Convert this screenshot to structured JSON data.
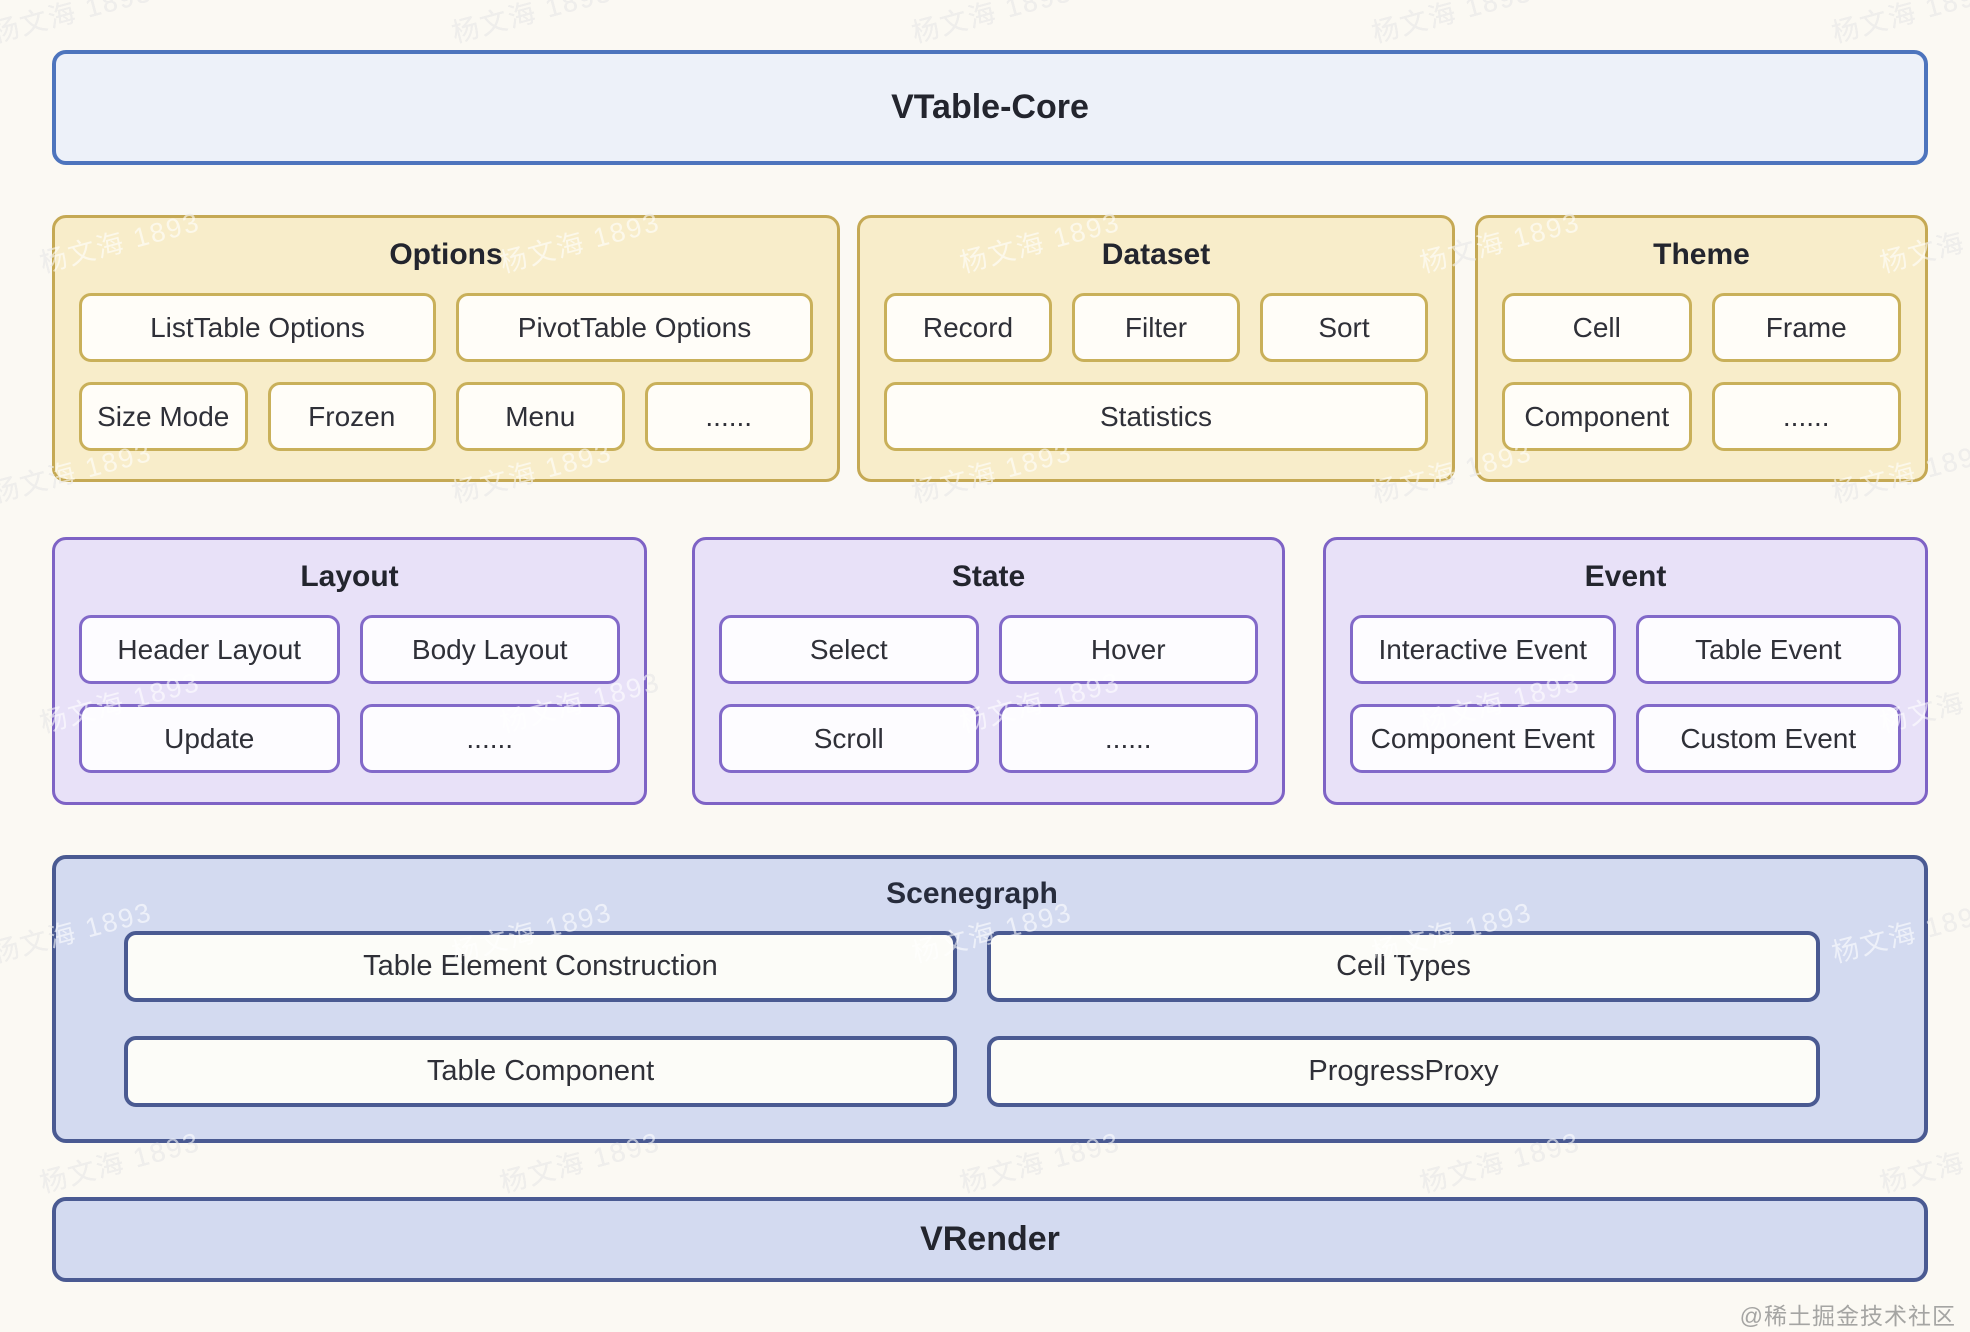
{
  "watermark": {
    "text": "杨文海 1893",
    "credit": "@稀土掘金技术社区"
  },
  "palette": {
    "page_bg": "#fbf9f3",
    "core_fill": "#edf1f9",
    "core_border": "#4d74bd",
    "yellow_fill": "#f8edca",
    "yellow_border": "#c5a954",
    "purple_fill": "#e8e1f8",
    "purple_border": "#7e63c5",
    "navy_fill": "#d3daf0",
    "navy_border": "#4a5a92",
    "cell_fill": "#fffdf8",
    "text": "#2b2d36",
    "watermark_gray": "#d7d5d0"
  },
  "diagram": {
    "core": {
      "title": "VTable-Core"
    },
    "groups": [
      {
        "title": "Options",
        "rows": [
          [
            "ListTable Options",
            "PivotTable Options"
          ],
          [
            "Size Mode",
            "Frozen",
            "Menu",
            "......"
          ]
        ]
      },
      {
        "title": "Dataset",
        "rows": [
          [
            "Record",
            "Filter",
            "Sort"
          ],
          [
            "Statistics"
          ]
        ]
      },
      {
        "title": "Theme",
        "rows": [
          [
            "Cell",
            "Frame"
          ],
          [
            "Component",
            "......"
          ]
        ]
      },
      {
        "title": "Layout",
        "rows": [
          [
            "Header Layout",
            "Body Layout"
          ],
          [
            "Update",
            "......"
          ]
        ]
      },
      {
        "title": "State",
        "rows": [
          [
            "Select",
            "Hover"
          ],
          [
            "Scroll",
            "......"
          ]
        ]
      },
      {
        "title": "Event",
        "rows": [
          [
            "Interactive Event",
            "Table Event"
          ],
          [
            "Component Event",
            "Custom Event"
          ]
        ]
      },
      {
        "title": "Scenegraph",
        "rows": [
          [
            "Table Element Construction",
            "Cell Types"
          ],
          [
            "Table Component",
            "ProgressProxy"
          ]
        ]
      }
    ],
    "vrender": {
      "title": "VRender"
    }
  }
}
